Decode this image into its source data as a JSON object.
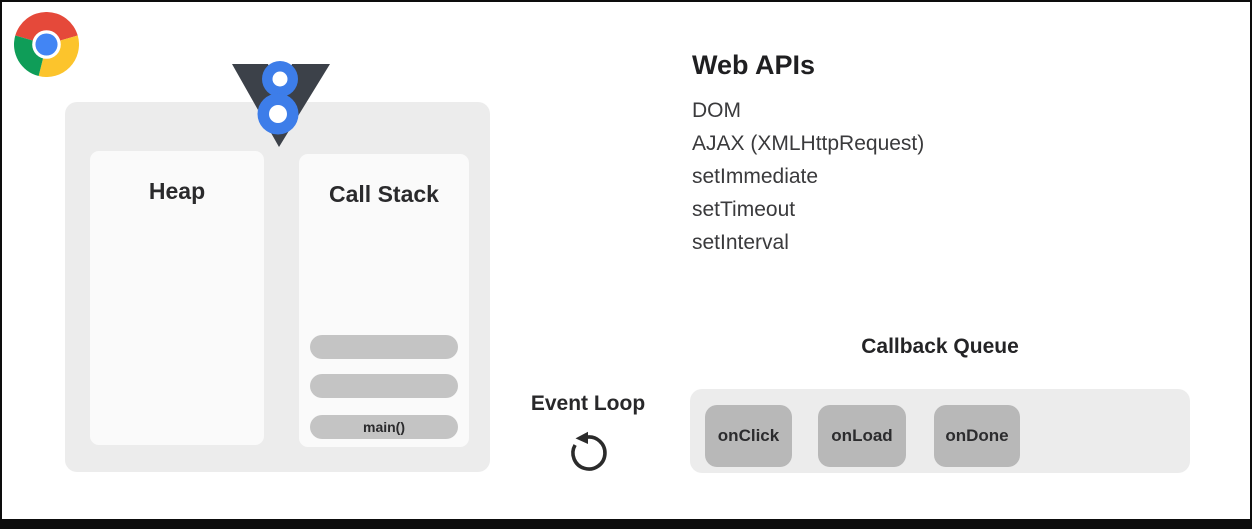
{
  "engine": {
    "heap_label": "Heap",
    "call_stack_label": "Call Stack",
    "stack_frames": [
      "",
      "",
      "main()"
    ]
  },
  "web_apis": {
    "title": "Web APIs",
    "items": [
      "DOM",
      "AJAX (XMLHttpRequest)",
      "setImmediate",
      "setTimeout",
      "setInterval"
    ]
  },
  "event_loop": {
    "label": "Event Loop",
    "icon": "counterclockwise-arrow-icon"
  },
  "callback_queue": {
    "title": "Callback Queue",
    "items": [
      "onClick",
      "onLoad",
      "onDone"
    ]
  },
  "icons": {
    "browser": "chrome-logo-icon",
    "engine": "v8-logo-icon"
  },
  "colors": {
    "container_gray": "#ececec",
    "panel_white": "#fafafa",
    "stack_bar_gray": "#c4c4c4",
    "queue_item_gray": "#b8b8b8",
    "frame_black": "#0d0d0d",
    "v8_blue": "#3d7de9",
    "v8_dark": "#3c4149",
    "chrome_red": "#e5493a",
    "chrome_yellow": "#fcc42c",
    "chrome_green": "#0f9d58",
    "chrome_blue": "#4285f4"
  }
}
